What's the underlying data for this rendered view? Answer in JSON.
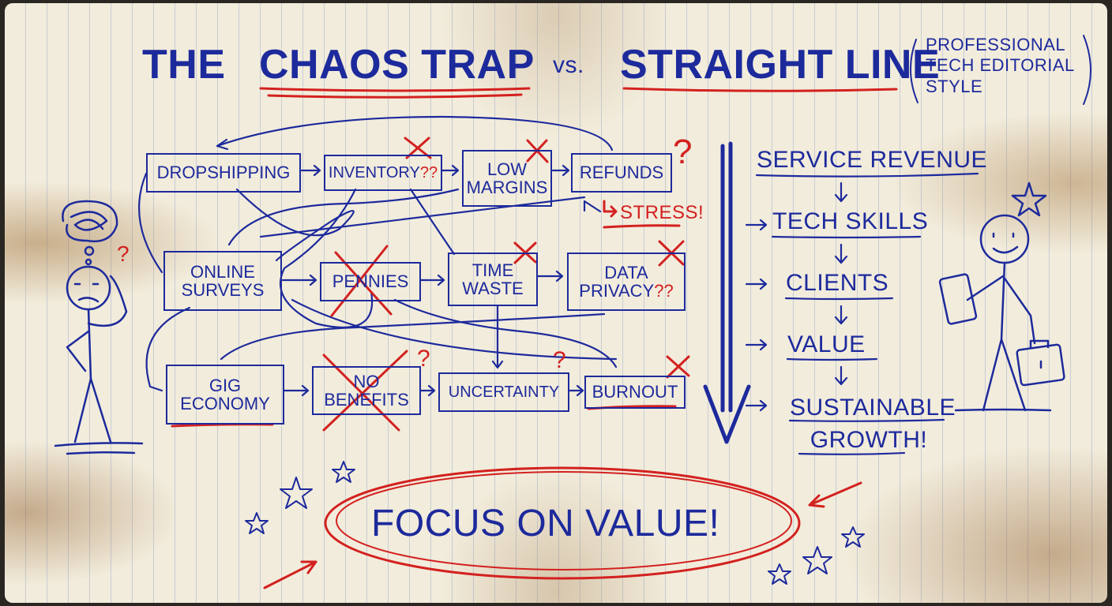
{
  "title": {
    "part1": "THE",
    "chaos": "CHAOS TRAP",
    "vs": "vs.",
    "straight": "STRAIGHT LINE",
    "note": "PROFESSIONAL TECH EDITORIAL STYLE"
  },
  "chaos_nodes": [
    {
      "label": "DROPSHIPPING"
    },
    {
      "label": "INVENTORY",
      "suffix": "??"
    },
    {
      "label": "LOW MARGINS"
    },
    {
      "label": "REFUNDS",
      "suffix": "?"
    },
    {
      "label": "STRESS!"
    },
    {
      "label": "ONLINE SURVEYS"
    },
    {
      "label": "PENNIES"
    },
    {
      "label": "TIME WASTE"
    },
    {
      "label": "DATA PRIVACY",
      "suffix": "??"
    },
    {
      "label": "GIG ECONOMY"
    },
    {
      "label": "NO BENEFITS"
    },
    {
      "label": "UNCERTAINTY",
      "suffix": "?"
    },
    {
      "label": "BURNOUT"
    }
  ],
  "straight_path": [
    "SERVICE REVENUE",
    "TECH SKILLS",
    "CLIENTS",
    "VALUE",
    "SUSTAINABLE GROWTH!"
  ],
  "callout": "FOCUS ON VALUE!",
  "marks": {
    "question": "?"
  },
  "colors": {
    "ink": "#1d2a9c",
    "red": "#d3211f",
    "paper": "#f2ecdc"
  }
}
